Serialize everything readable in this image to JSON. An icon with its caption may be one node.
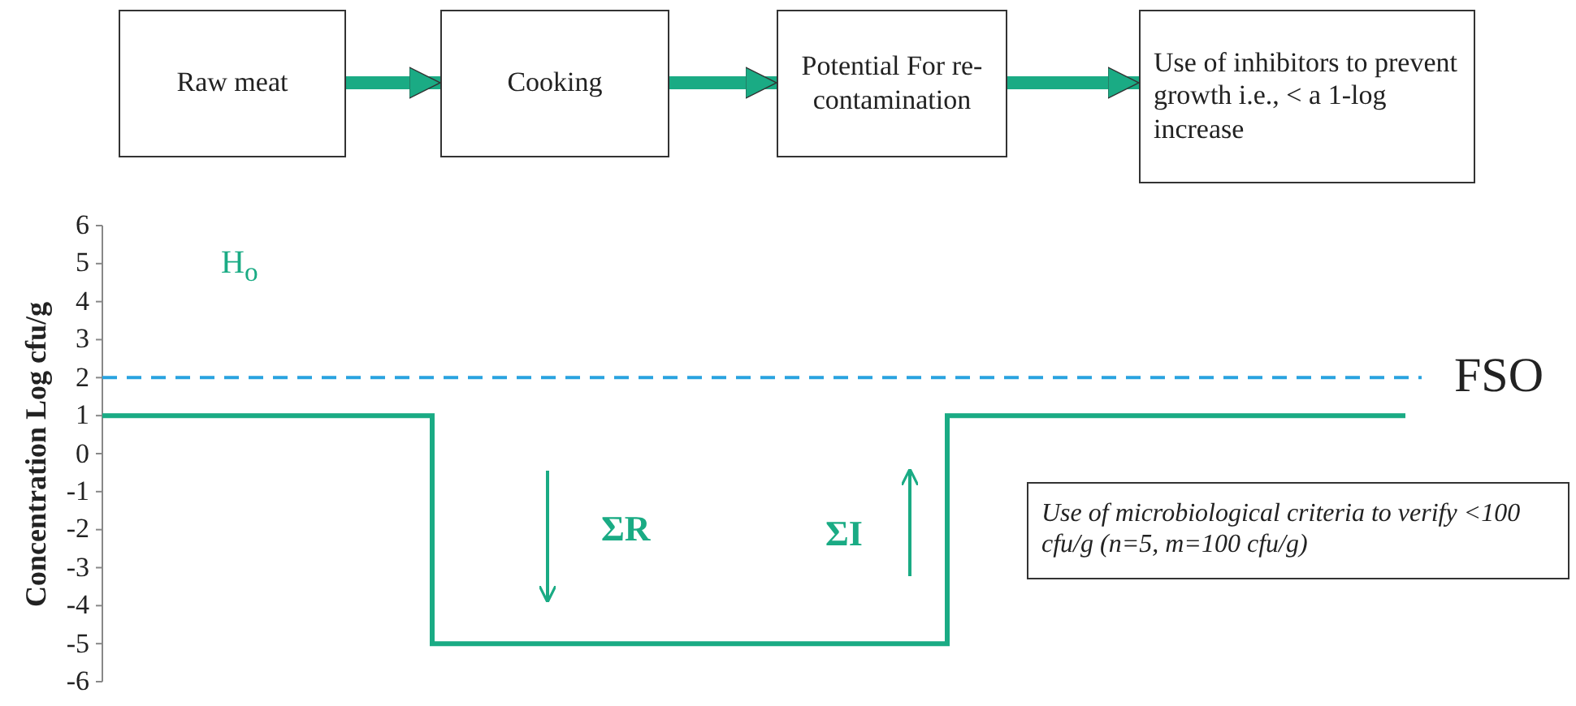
{
  "diagram": {
    "nodes": [
      {
        "text": [
          "Raw meat"
        ]
      },
      {
        "text": [
          "Cooking"
        ]
      },
      {
        "text": [
          "Potential For re-contamination"
        ]
      },
      {
        "text": [
          "Use of inhibitors to prevent growth i.e., <  a 1-log increase"
        ]
      },
      {
        "text": [
          "Use of microbiological  criteria to verify <100 cfu/g (n=5, m=100 cfu/g)"
        ]
      }
    ],
    "edges": [
      {
        "from": 0,
        "to": 1,
        "arrow": "to"
      },
      {
        "from": 1,
        "to": 2,
        "arrow": "to"
      },
      {
        "from": 2,
        "to": 3,
        "arrow": "to"
      }
    ],
    "labels": [
      "Concentration Log cfu/g",
      "6",
      "5",
      "H$_{o}$",
      "4",
      "3",
      "2",
      "FSO",
      "1",
      "0",
      "-1",
      "-2",
      "ΣR",
      "ΣI",
      "-3",
      "-4",
      "-5",
      "-6"
    ]
  }
}
